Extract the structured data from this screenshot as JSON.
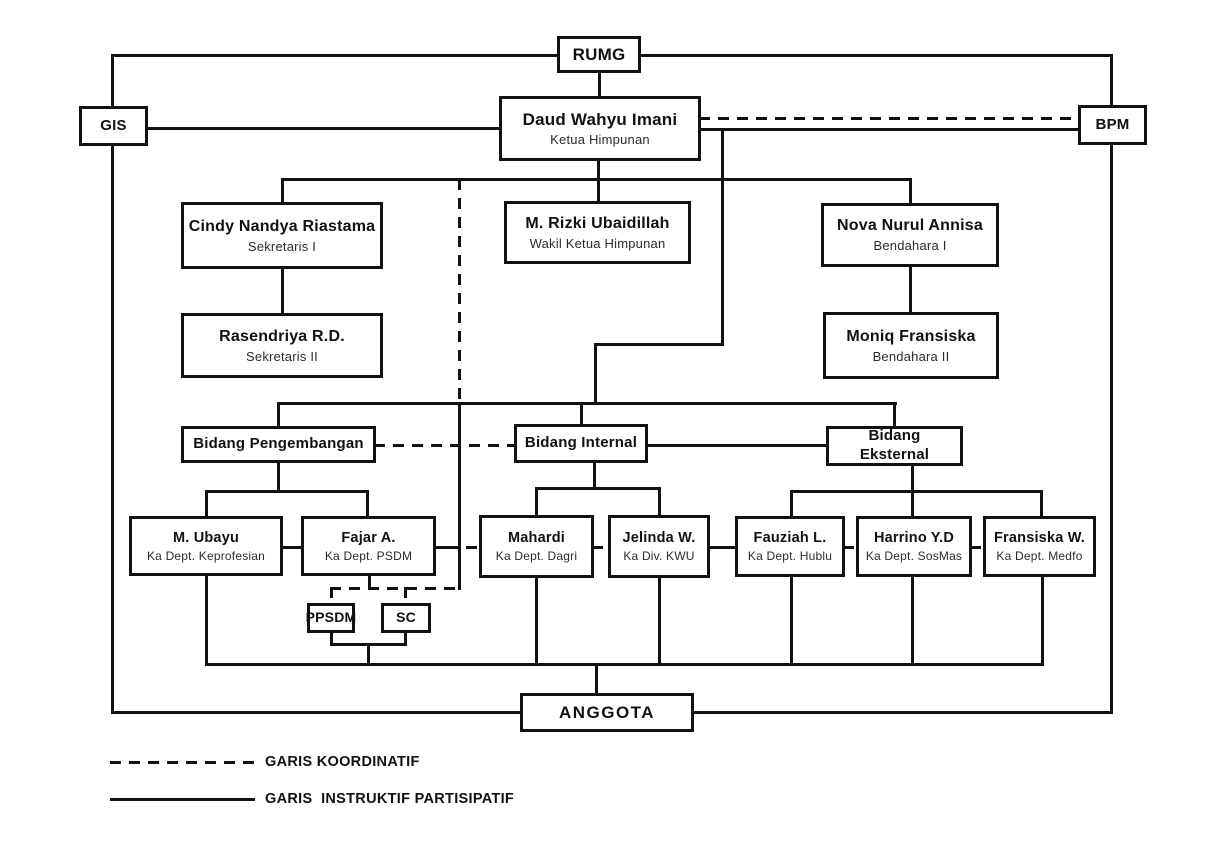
{
  "nodes": {
    "rumg": {
      "label": "RUMG"
    },
    "gis": {
      "label": "GIS"
    },
    "bpm": {
      "label": "BPM"
    },
    "ketua": {
      "name": "Daud Wahyu Imani",
      "role": "Ketua Himpunan"
    },
    "sekretaris1": {
      "name": "Cindy Nandya Riastama",
      "role": "Sekretaris I"
    },
    "wakil": {
      "name": "M. Rizki Ubaidillah",
      "role": "Wakil Ketua Himpunan"
    },
    "bendahara1": {
      "name": "Nova Nurul Annisa",
      "role": "Bendahara I"
    },
    "sekretaris2": {
      "name": "Rasendriya R.D.",
      "role": "Sekretaris II"
    },
    "bendahara2": {
      "name": "Moniq Fransiska",
      "role": "Bendahara II"
    },
    "bidang_pengembangan": {
      "label": "Bidang Pengembangan"
    },
    "bidang_internal": {
      "label": "Bidang Internal"
    },
    "bidang_eksternal": {
      "label": "Bidang Eksternal"
    },
    "keprofesian": {
      "name": "M. Ubayu",
      "role": "Ka Dept. Keprofesian"
    },
    "psdm": {
      "name": "Fajar A.",
      "role": "Ka Dept. PSDM"
    },
    "dagri": {
      "name": "Mahardi",
      "role": "Ka Dept. Dagri"
    },
    "kwu": {
      "name": "Jelinda W.",
      "role": "Ka Div. KWU"
    },
    "hublu": {
      "name": "Fauziah L.",
      "role": "Ka Dept. Hublu"
    },
    "sosmas": {
      "name": "Harrino Y.D",
      "role": "Ka Dept. SosMas"
    },
    "medfo": {
      "name": "Fransiska W.",
      "role": "Ka Dept. Medfo"
    },
    "ppsdm": {
      "label": "PPSDM"
    },
    "sc": {
      "label": "SC"
    },
    "anggota": {
      "label": "ANGGOTA"
    }
  },
  "legend": {
    "coordinative": "GARIS KOORDINATIF",
    "instructive": "GARIS  INSTRUKTIF PARTISIPATIF"
  },
  "colors": {
    "line": "#111111",
    "background": "#ffffff",
    "text": "#111111"
  }
}
